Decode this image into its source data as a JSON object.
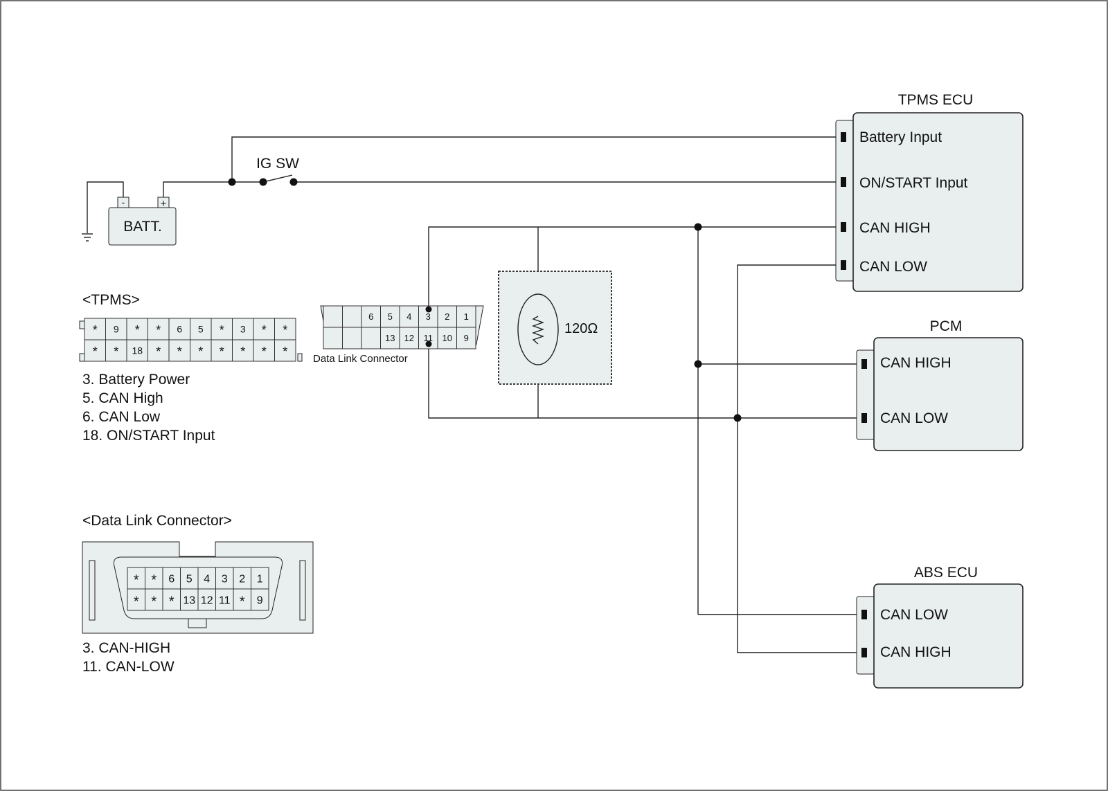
{
  "ecus": {
    "tpms": {
      "title": "TPMS ECU",
      "pins": [
        "Battery Input",
        "ON/START Input",
        "CAN HIGH",
        "CAN LOW"
      ]
    },
    "pcm": {
      "title": "PCM",
      "pins": [
        "CAN HIGH",
        "CAN LOW"
      ]
    },
    "abs": {
      "title": "ABS ECU",
      "pins": [
        "CAN LOW",
        "CAN HIGH"
      ]
    }
  },
  "battery": {
    "label": "BATT.",
    "minus": "-",
    "plus": "+"
  },
  "ig_switch": {
    "label": "IG SW"
  },
  "resistor": {
    "label": "120Ω"
  },
  "dlc_small": {
    "caption": "Data Link Connector",
    "top": [
      "",
      "",
      "6",
      "5",
      "4",
      "3",
      "2",
      "1"
    ],
    "bottom": [
      "",
      "",
      "",
      "13",
      "12",
      "11",
      "10",
      "9"
    ]
  },
  "tpms_connector": {
    "title": "<TPMS>",
    "top": [
      "*",
      "9",
      "*",
      "*",
      "6",
      "5",
      "*",
      "3",
      "*",
      "*"
    ],
    "bottom": [
      "*",
      "*",
      "18",
      "*",
      "*",
      "*",
      "*",
      "*",
      "*",
      "*"
    ],
    "highlighted_top": [
      "6",
      "5",
      "3"
    ],
    "highlighted_bottom": [
      "18"
    ],
    "legend": [
      "3. Battery Power",
      "5. CAN High",
      "6. CAN Low",
      "18. ON/START Input"
    ]
  },
  "dlc_connector": {
    "title": "<Data Link Connector>",
    "top": [
      "*",
      "*",
      "6",
      "5",
      "4",
      "3",
      "2",
      "1"
    ],
    "bottom": [
      "*",
      "*",
      "*",
      "13",
      "12",
      "11",
      "*",
      "9"
    ],
    "highlighted_top": [
      "3"
    ],
    "highlighted_bottom": [
      "11"
    ],
    "legend": [
      "3. CAN-HIGH",
      "11. CAN-LOW"
    ]
  },
  "colors": {
    "highlight": "#a9d2da",
    "box_fill": "#e9eeee",
    "line": "#222222"
  }
}
